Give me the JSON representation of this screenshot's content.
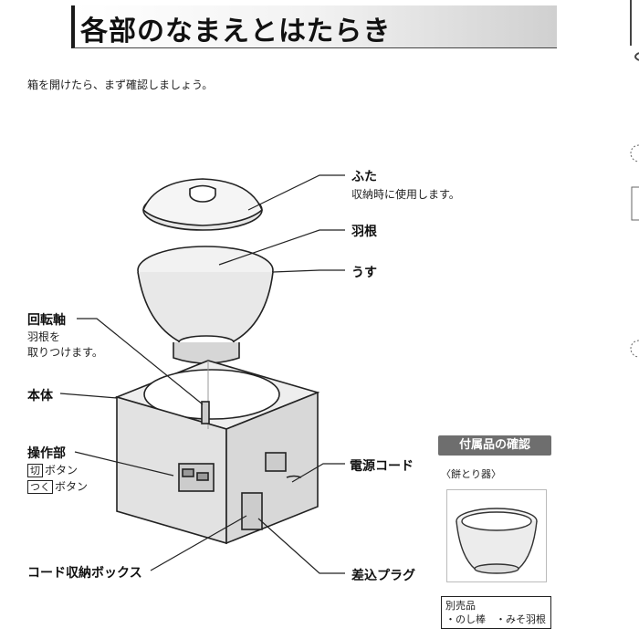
{
  "title": "各部のなまえとはたらき",
  "intro": "箱を開けたら、まず確認しましょう。",
  "parts": {
    "futa": {
      "label": "ふた",
      "note": "収納時に使用します。"
    },
    "hane": {
      "label": "羽根"
    },
    "usu": {
      "label": "うす"
    },
    "kaitenjiku": {
      "label": "回転軸",
      "note1": "羽根を",
      "note2": "取りつけます。"
    },
    "hontai": {
      "label": "本体"
    },
    "sousabu": {
      "label": "操作部",
      "btn1_key": "切",
      "btn1_text": "ボタン",
      "btn2_key": "つく",
      "btn2_text": "ボタン"
    },
    "dengen": {
      "label": "電源コード"
    },
    "cord_box": {
      "label": "コード収納ボックス"
    },
    "plug": {
      "label": "差込プラグ"
    }
  },
  "accessories": {
    "header": "付属品の確認",
    "item": "〈餅とり器〉",
    "sold_title": "別売品",
    "sold_items": "・のし棒　・みそ羽根"
  }
}
